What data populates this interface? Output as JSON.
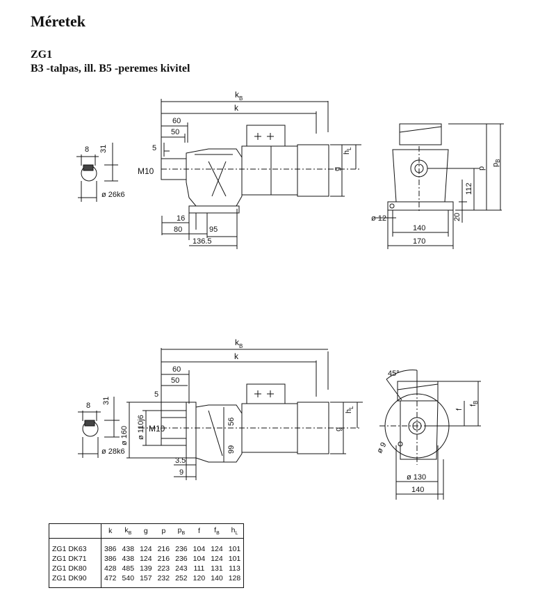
{
  "title": "Méretek",
  "subtitle1": "ZG1",
  "subtitle2": "B3 -talpas,  ill. B5 -peremes  kivitel",
  "drawing_top": {
    "kB": "k",
    "kB_sub": "B",
    "k": "k",
    "d60": "60",
    "d50": "50",
    "d5": "5",
    "d8": "8",
    "d31": "31",
    "m10": "M10",
    "shaft": "ø 26k6",
    "d16": "16",
    "d80": "80",
    "d95": "95",
    "d136": "136.5",
    "hL": "h",
    "hL_sub": "L",
    "g": "g",
    "p": "p",
    "pB": "p",
    "pB_sub": "B",
    "d112": "112",
    "d20": "20",
    "d12": "ø 12",
    "d140": "140",
    "d170": "170"
  },
  "drawing_bottom": {
    "kB": "k",
    "kB_sub": "B",
    "k": "k",
    "d60": "60",
    "d50": "50",
    "d5": "5",
    "d8": "8",
    "d31": "31",
    "d160": "ø 160",
    "d110": "ø 110j6",
    "m10": "M10",
    "d56": "56",
    "d99": "99",
    "shaft": "ø 28k6",
    "d35": "3.5",
    "d9": "9",
    "hL": "h",
    "hL_sub": "L",
    "g": "g",
    "angle": "45°",
    "f": "f",
    "fB": "f",
    "fB_sub": "B",
    "phi9": "ø 9",
    "phi130": "ø 130",
    "d140": "140"
  },
  "table": {
    "headers": [
      "k",
      "k",
      "g",
      "p",
      "p",
      "f",
      "f",
      "h"
    ],
    "header_subs": [
      "",
      "B",
      "",
      "",
      "B",
      "",
      "B",
      "L"
    ],
    "rows": [
      {
        "model": "ZG1   DK63",
        "vals": [
          "386",
          "438",
          "124",
          "216",
          "236",
          "104",
          "124",
          "101"
        ]
      },
      {
        "model": "ZG1   DK71",
        "vals": [
          "386",
          "438",
          "124",
          "216",
          "236",
          "104",
          "124",
          "101"
        ]
      },
      {
        "model": "ZG1   DK80",
        "vals": [
          "428",
          "485",
          "139",
          "223",
          "243",
          "111",
          "131",
          "113"
        ]
      },
      {
        "model": "ZG1   DK90",
        "vals": [
          "472",
          "540",
          "157",
          "232",
          "252",
          "120",
          "140",
          "128"
        ]
      }
    ]
  }
}
